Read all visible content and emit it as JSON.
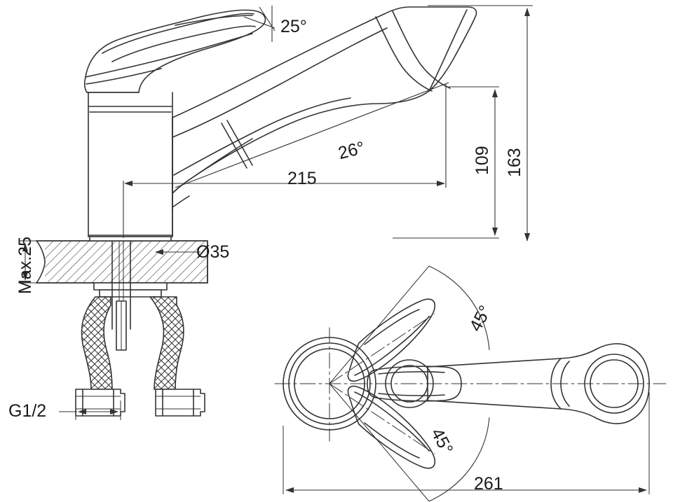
{
  "drawing": {
    "title": "Kitchen faucet technical dimension drawing",
    "line_color": "#333333",
    "text_color": "#1a1a1a",
    "background": "#ffffff",
    "views": {
      "front": "Side elevation of single-lever pull-out kitchen mixer tap with hatched countertop section and braided supply hoses",
      "top": "Top plan view of spout and lever handle"
    },
    "annotations": {
      "angle_lever": "25°",
      "angle_spout": "26°",
      "length_spout": "215",
      "height_low": "109",
      "height_total": "163",
      "hole_diameter": "Ø35",
      "max_thickness": "Max.25",
      "thread": "G1/2",
      "length_top": "261",
      "angle_top_upper": "45°",
      "angle_top_lower": "45°"
    }
  }
}
